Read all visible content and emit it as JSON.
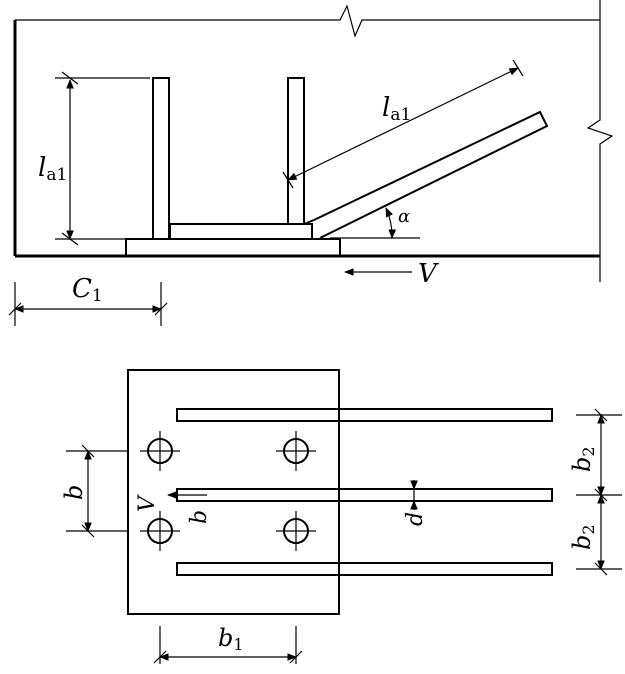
{
  "labels": {
    "anchor_length_vertical": "l",
    "anchor_length_vertical_sub": "a1",
    "anchor_length_inclined": "l",
    "anchor_length_inclined_sub": "a1",
    "angle": "α",
    "shear_elevation": "V",
    "edge_distance": "C",
    "edge_distance_sub": "1",
    "bar_spacing_b": "b",
    "shear_plan": "V",
    "b_under_arrow": "b",
    "diameter": "d",
    "spacing_b2_top": "b",
    "spacing_b2_top_sub": "2",
    "spacing_b2_bottom": "b",
    "spacing_b2_bottom_sub": "2",
    "spacing_b1": "b",
    "spacing_b1_sub": "1"
  }
}
